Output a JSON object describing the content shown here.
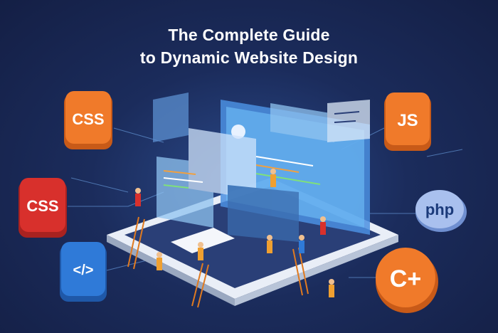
{
  "title": {
    "line1": "The Complete Guide",
    "line2": "to Dynamic Website Design"
  },
  "badges": {
    "css_orange": "CSS",
    "css_red": "CSS",
    "code": "</>",
    "js": "JS",
    "php": "php",
    "cplus": "C+"
  },
  "colors": {
    "background": "#1b2c5c",
    "orange": "#f07a2a",
    "red": "#d8302c",
    "blue": "#2f7ad8",
    "screen": "#5fb0f0"
  }
}
